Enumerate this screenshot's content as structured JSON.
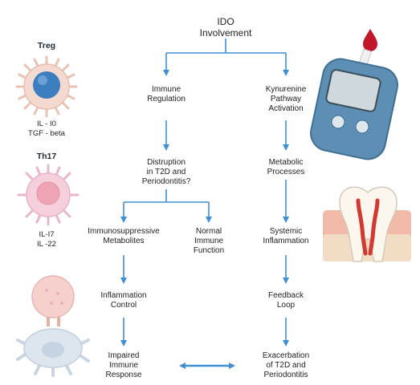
{
  "diagram": {
    "root": "IDO\nInvolvement",
    "left_branch": {
      "immune_regulation": "Immune\nRegulation",
      "distruption": "Distruption\nin T2D and\nPeriodontitis?",
      "immunosuppressive": "Immunosuppressive\nMetabolites",
      "normal_function": "Normal\nImmune\nFunction",
      "inflammation_control": "Inflammation\nControl",
      "impaired_response": "Impaired\nImmune\nResponse"
    },
    "right_branch": {
      "kynurenine": "Kynurenine\nPathway\nActivation",
      "metabolic": "Metabolic\nProcesses",
      "systemic": "Systemic\nInflammation",
      "feedback": "Feedback\nLoop",
      "exacerbation": "Exacerbation\nof T2D and\nPeriodontitis"
    }
  },
  "cells": {
    "treg": {
      "title": "Treg",
      "label": "IL - I0\nTGF - beta"
    },
    "th17": {
      "title": "Th17",
      "label": "IL-I7\nIL -22"
    }
  },
  "colors": {
    "arrow": "#3f8fd6",
    "treg_core": "#3d7ec0",
    "treg_body": "#f3d9cf",
    "th17_core": "#f0a5b6",
    "th17_body": "#f6cfdc",
    "glucometer": "#5c8fb3",
    "blood": "#c0182a",
    "tooth_gum": "#f0b9a8"
  },
  "icons": [
    "treg-cell-icon",
    "th17-cell-icon",
    "cell-interaction-icon",
    "glucometer-icon",
    "tooth-icon"
  ]
}
